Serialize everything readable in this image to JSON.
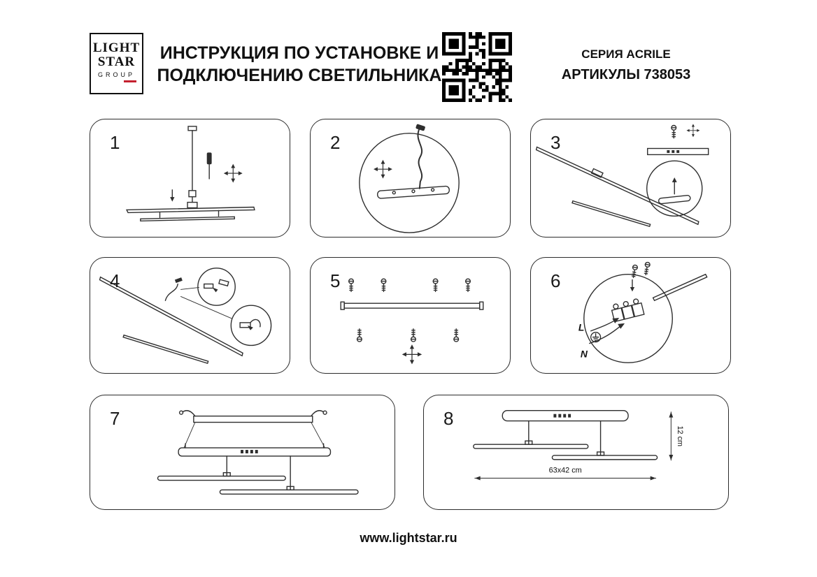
{
  "header": {
    "logo": {
      "line1": "LIGHT",
      "line2": "STAR",
      "line3": "GROUP"
    },
    "title": "ИНСТРУКЦИЯ ПО УСТАНОВКЕ И\nПОДКЛЮЧЕНИЮ СВЕТИЛЬНИКА",
    "series": "СЕРИЯ ACRILE",
    "articles": "АРТИКУЛЫ 738053"
  },
  "steps": [
    {
      "number": "1"
    },
    {
      "number": "2"
    },
    {
      "number": "3"
    },
    {
      "number": "4"
    },
    {
      "number": "5"
    },
    {
      "number": "6"
    },
    {
      "number": "7"
    },
    {
      "number": "8"
    }
  ],
  "diagram_labels": {
    "wire_l": "L",
    "wire_n": "N",
    "dim_width": "63x42 cm",
    "dim_height": "12 cm"
  },
  "footer": {
    "website": "www.lightstar.ru"
  }
}
